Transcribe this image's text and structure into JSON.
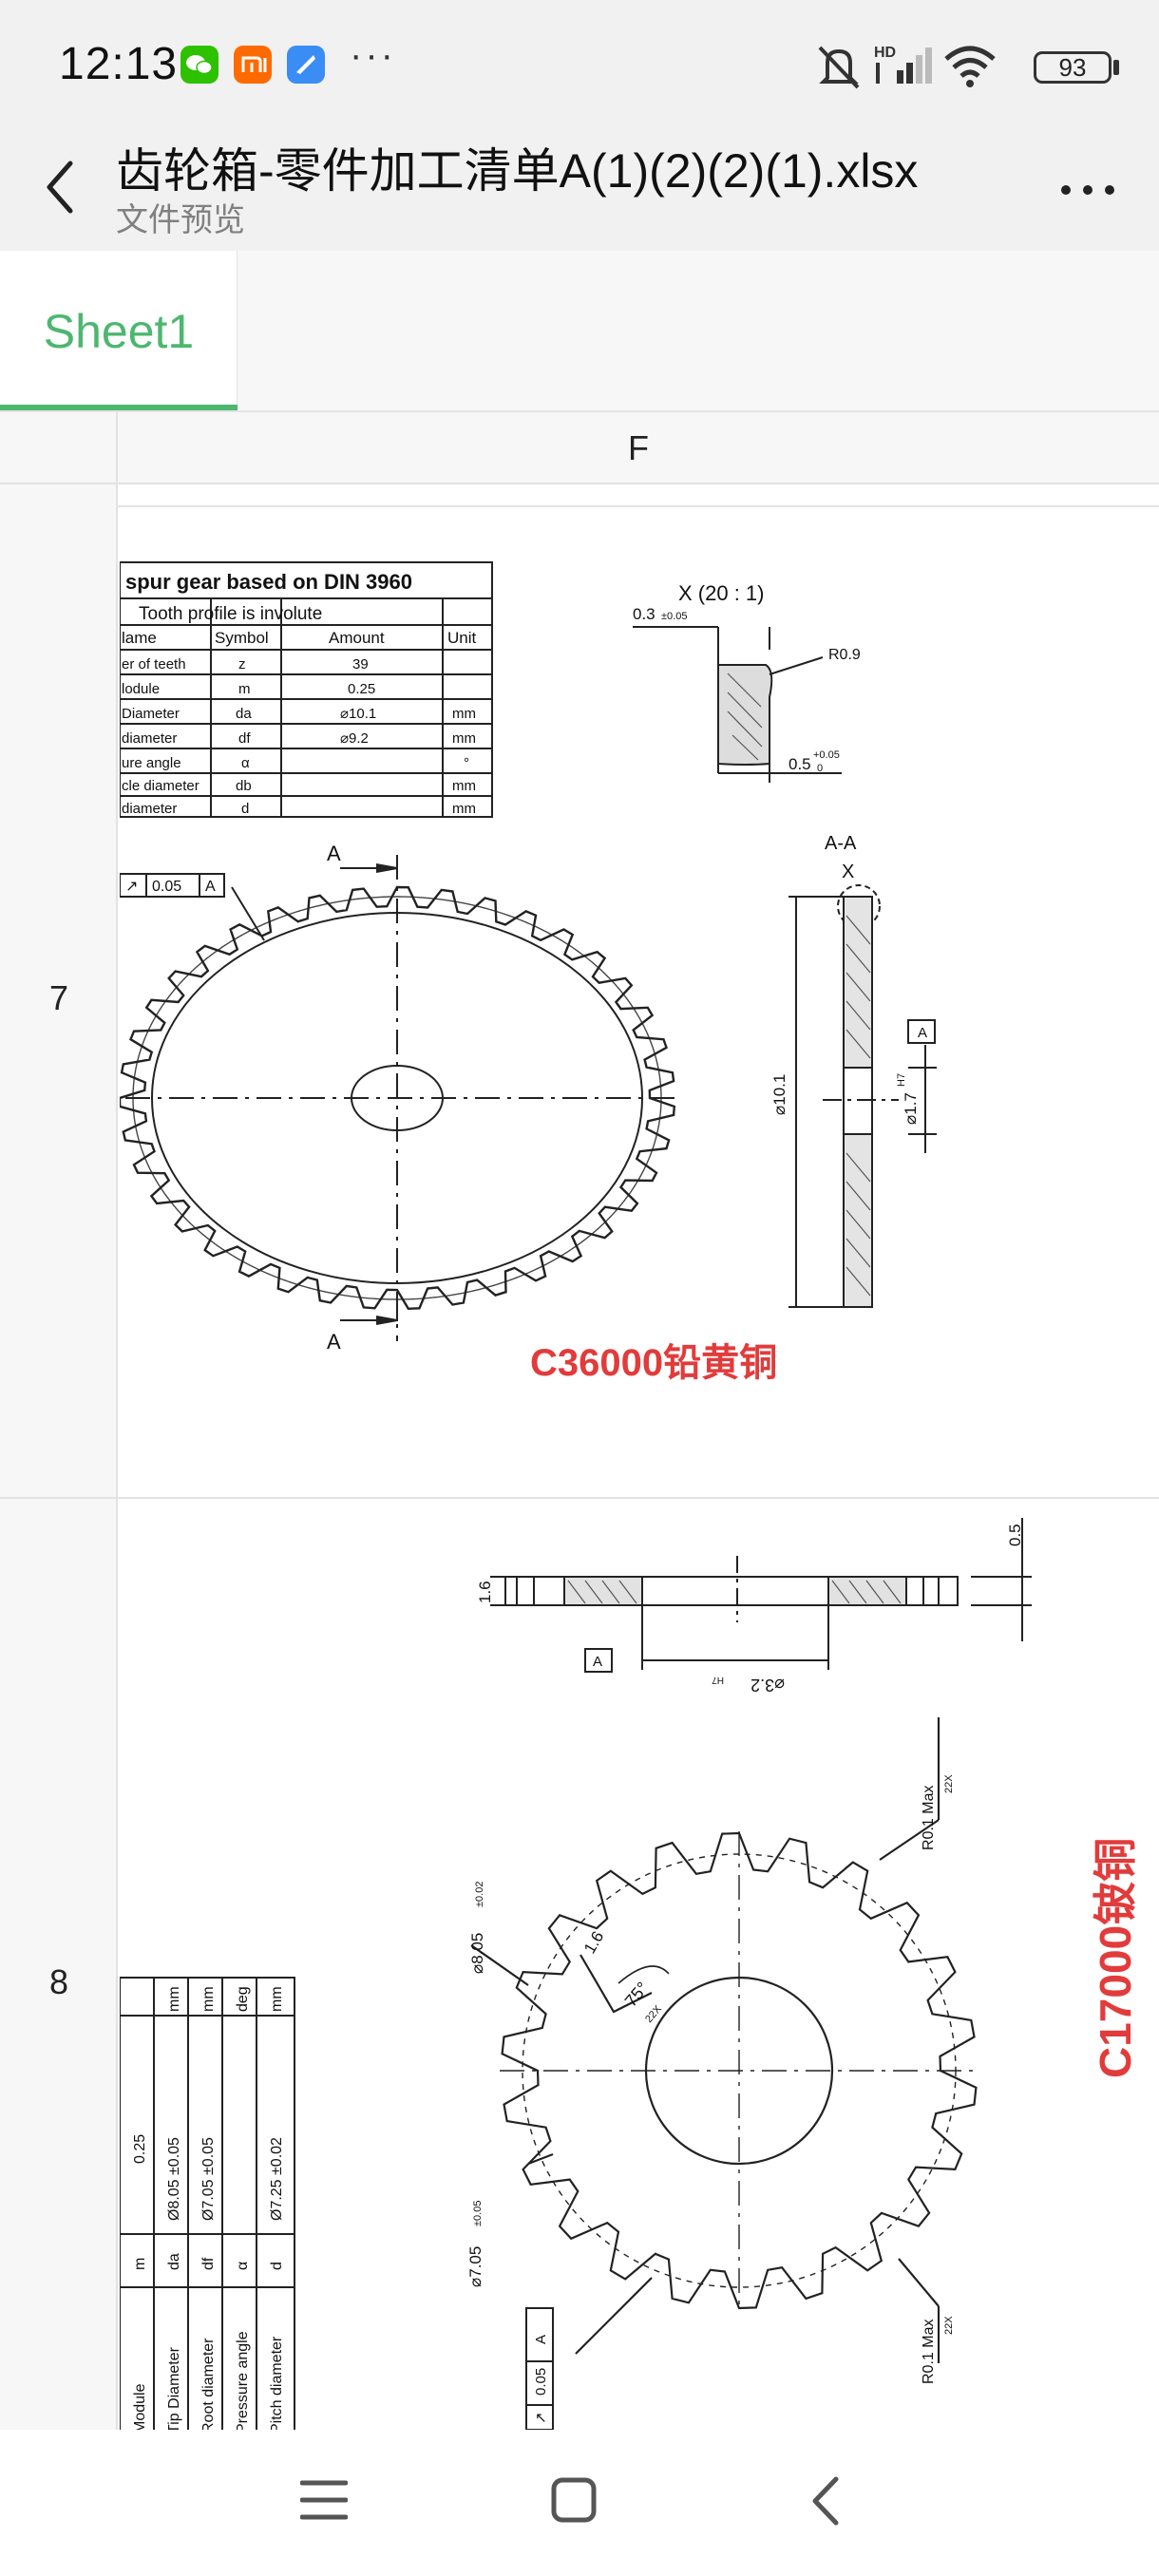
{
  "status_bar": {
    "time": "12:13",
    "app_icons": [
      "wechat-icon",
      "mi-icon",
      "browser-icon"
    ],
    "more_indicator": "···",
    "signal_label": "HD",
    "battery_level": "93",
    "icons": [
      "mute-icon",
      "signal-icon",
      "wifi-icon",
      "battery-icon"
    ]
  },
  "header": {
    "title": "齿轮箱-零件加工清单A(1)(2)(2)(1).xlsx",
    "subtitle": "文件预览"
  },
  "tabs": [
    {
      "label": "Sheet1",
      "active": true
    }
  ],
  "sheet": {
    "column_header": "F",
    "rows": [
      {
        "row_number": "7",
        "drawing": {
          "table_title": "spur gear based on DIN 3960",
          "table_subtitle": "Tooth profile is involute",
          "table_headers": [
            "lame",
            "Symbol",
            "Amount",
            "Unit"
          ],
          "table_rows": [
            [
              "er of teeth",
              "z",
              "39",
              ""
            ],
            [
              "lodule",
              "m",
              "0.25",
              ""
            ],
            [
              "Diameter",
              "da",
              "⌀10.1",
              "mm"
            ],
            [
              "diameter",
              "df",
              "⌀9.2",
              "mm"
            ],
            [
              "ure angle",
              "α",
              "",
              "°"
            ],
            [
              "cle diameter",
              "db",
              "",
              "mm"
            ],
            [
              "diameter",
              "d",
              "",
              "mm"
            ]
          ],
          "detail_title": "X (20 : 1)",
          "detail_dim_top": "0.3",
          "detail_dim_top_tol": "±0.05",
          "detail_radius": "R0.9",
          "detail_dim_bottom": "0.5",
          "detail_dim_bottom_tol": "+0.05",
          "detail_dim_bottom_tol2": "0",
          "section_label": "A-A",
          "section_x": "X",
          "datum": "A",
          "tolerance_frame": [
            "↗",
            "0.05",
            "A"
          ],
          "section_marker": "A",
          "dia_outer": "⌀10.1",
          "dia_bore": "⌀1.7",
          "dia_bore_tol": "H7",
          "material": "C36000铅黄铜"
        }
      },
      {
        "row_number": "8",
        "drawing": {
          "thickness_left": "1.6",
          "thickness_right": "0.5",
          "datum": "A",
          "bore_dim": "⌀3.2",
          "bore_tol": "H7",
          "chamfer": "1.6",
          "tip_dim": "⌀8.05",
          "tip_tol": "±0.02",
          "angle": "75°",
          "angle_count": "22X",
          "root_dim": "⌀7.05",
          "root_tol": "±0.05",
          "radius_top": "R0.1 Max",
          "radius_top_count": "22X",
          "radius_bottom": "R0.1 Max",
          "radius_bottom_count": "22X",
          "tolerance_frame": [
            "↗",
            "0.05",
            "A"
          ],
          "material": "C17000铍铜",
          "table_rows": [
            [
              "Module",
              "m",
              "0.25",
              ""
            ],
            [
              "Tip Diameter",
              "da",
              "Ø8.05 ±0.05",
              "mm"
            ],
            [
              "Root diameter",
              "df",
              "Ø7.05 ±0.05",
              "mm"
            ],
            [
              "Pressure angle",
              "α",
              "",
              "deg"
            ],
            [
              "Pitch diameter",
              "d",
              "Ø7.25 ±0.02",
              "mm"
            ]
          ]
        }
      }
    ]
  },
  "nav_bar": {
    "icons": [
      "menu-icon",
      "home-icon",
      "back-nav-icon"
    ]
  }
}
